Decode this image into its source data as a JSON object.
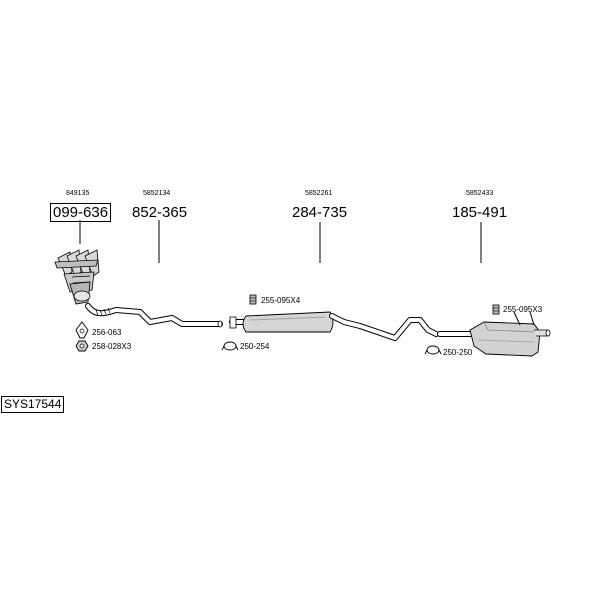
{
  "diagram": {
    "system_code": "SYS17544",
    "parts": [
      {
        "oem": "849135",
        "number": "099-636"
      },
      {
        "oem": "5852134",
        "number": "852-365"
      },
      {
        "oem": "5852261",
        "number": "284-735"
      },
      {
        "oem": "5852433",
        "number": "185-491"
      }
    ],
    "accessories": [
      {
        "label": "256-063",
        "icon": "gasket-icon"
      },
      {
        "label": "258-028X3",
        "icon": "nut-icon"
      },
      {
        "label": "255-095X4",
        "icon": "rubber-mount-icon"
      },
      {
        "label": "250-254",
        "icon": "clamp-icon"
      },
      {
        "label": "255-095X3",
        "icon": "rubber-mount-icon"
      },
      {
        "label": "250-250",
        "icon": "clamp-icon"
      }
    ]
  }
}
